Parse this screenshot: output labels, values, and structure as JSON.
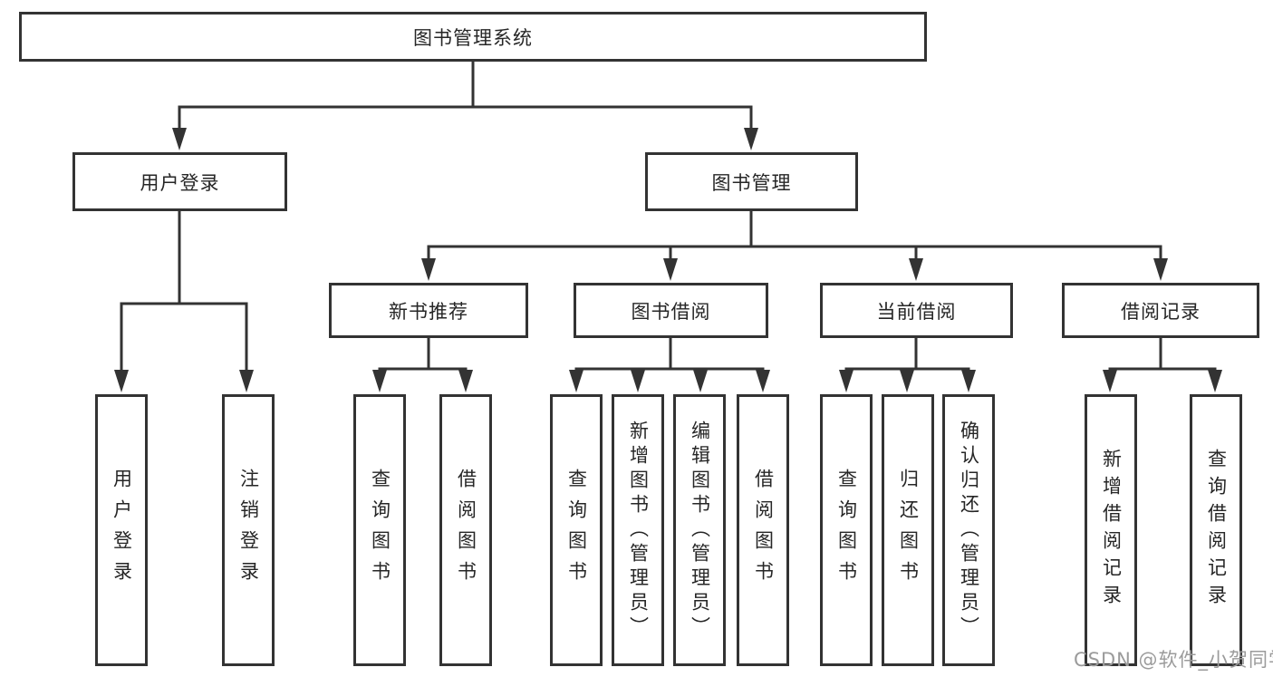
{
  "diagram_title": "图书管理系统",
  "tree": {
    "label": "图书管理系统",
    "children": [
      {
        "label": "用户登录",
        "children": [
          {
            "label": "用户登录"
          },
          {
            "label": "注销登录"
          }
        ]
      },
      {
        "label": "图书管理",
        "children": [
          {
            "label": "新书推荐",
            "children": [
              {
                "label": "查询图书"
              },
              {
                "label": "借阅图书"
              }
            ]
          },
          {
            "label": "图书借阅",
            "children": [
              {
                "label": "查询图书"
              },
              {
                "label": "新增图书（管理员）"
              },
              {
                "label": "编辑图书（管理员）"
              },
              {
                "label": "借阅图书"
              }
            ]
          },
          {
            "label": "当前借阅",
            "children": [
              {
                "label": "查询图书"
              },
              {
                "label": "归还图书"
              },
              {
                "label": "确认归还（管理员）"
              }
            ]
          },
          {
            "label": "借阅记录",
            "children": [
              {
                "label": "新增借阅记录"
              },
              {
                "label": "查询借阅记录"
              }
            ]
          }
        ]
      }
    ]
  },
  "watermark": {
    "text": "CSDN @软件_小贺同学"
  },
  "colors": {
    "line": "#333333",
    "box_border": "#333333",
    "text": "#262626",
    "watermark": "#9b9b9b",
    "background": "#ffffff"
  }
}
